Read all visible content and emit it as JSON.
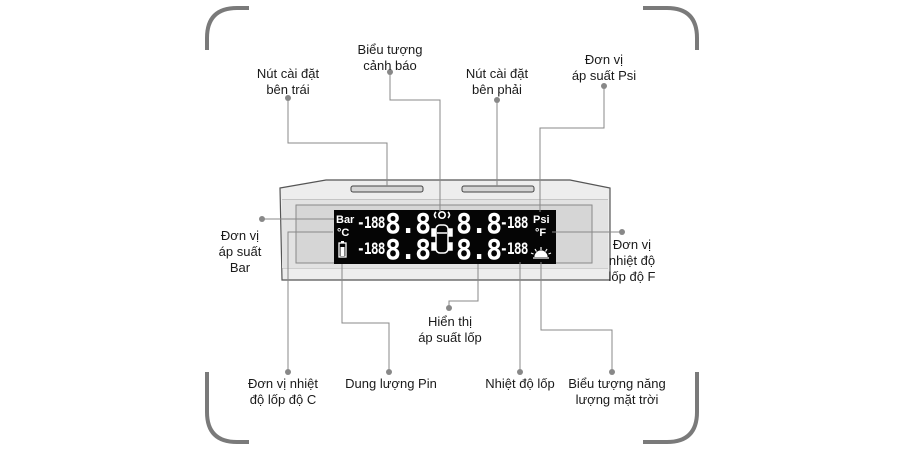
{
  "labels": {
    "left_button": "Nút cài đặt\nbên trái",
    "warning_icon": "Biểu tượng\ncảnh báo",
    "right_button": "Nút cài đặt\nbên phải",
    "psi_unit": "Đơn vị\náp suất Psi",
    "bar_unit": "Đơn vị\náp suất\nBar",
    "f_unit": "Đơn vị\nnhiệt độ\nlốp độ F",
    "pressure_display": "Hiển thị\náp suất lốp",
    "c_unit": "Đơn vị nhiệt\nđộ lốp độ C",
    "battery": "Dung lượng Pin",
    "tire_temp": "Nhiệt độ lốp",
    "solar_icon": "Biểu tượng năng\nlượng mặt trời"
  },
  "display": {
    "unit_bar": "Bar",
    "unit_c": "°C",
    "unit_psi": "Psi",
    "unit_f": "°F",
    "temp_top_left": "-188",
    "temp_bottom_left": "-188",
    "temp_top_right": "-188",
    "temp_bottom_right": "-188",
    "press_top_left": "8.8",
    "press_bottom_left": "8.8",
    "press_top_right": "8.8",
    "press_bottom_right": "8.8"
  },
  "icons": [
    "warning-icon",
    "car-icon",
    "battery-icon",
    "solar-icon"
  ],
  "colors": {
    "frame": "#7a7a7a",
    "lcd": "#050505",
    "device": "#ececec",
    "leader": "#888888"
  }
}
